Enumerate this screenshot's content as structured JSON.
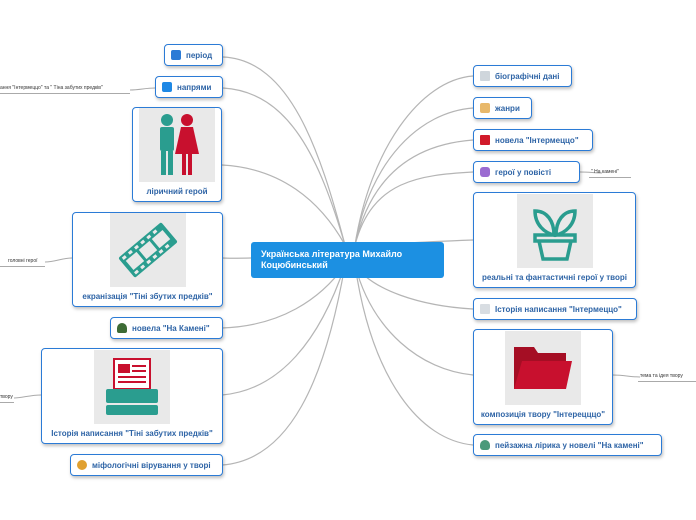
{
  "central": "Українська література Михайло Коцюбинський",
  "left_nodes": {
    "period": "період",
    "napriamy": "напрями",
    "lirychnyi": "ліричний герой",
    "ekranizatsia": "екранізація \"Тіні збутих предків\"",
    "novela": "новела \"На Камені\"",
    "istoria_tini": "Історія написання \"Тіні забутих предків\"",
    "mifolohichni": "міфологічні вірування у творі"
  },
  "right_nodes": {
    "biohrafichni": "біографічні дані",
    "zhanry": "жанри",
    "novela_intermetstso": "новела \"Інтермеццо\"",
    "heroi": "герої у повісті",
    "realni": "реальні та фантастичні герої у творі",
    "istoria_intermetstso": "Історія написання \"Інтермеццо\"",
    "kompozytsia": "композиція твору \"Інтерецццо\"",
    "peizazhna": "пейзажна лірика у новелі \"На камені\""
  },
  "notes": {
    "napriamy_note": "ання \"Інтермеццо\" та \" Тіна забутих предків\"",
    "holovni": "головні герої",
    "tvoru_left": "твору",
    "na_kameni": "\" На камені\"",
    "tema": "тема та ідея твору"
  },
  "colors": {
    "accent": "#1c90e2",
    "border": "#2b7bd6",
    "text": "#2e64a6",
    "teal": "#2a9d8f",
    "red": "#c8102e"
  }
}
